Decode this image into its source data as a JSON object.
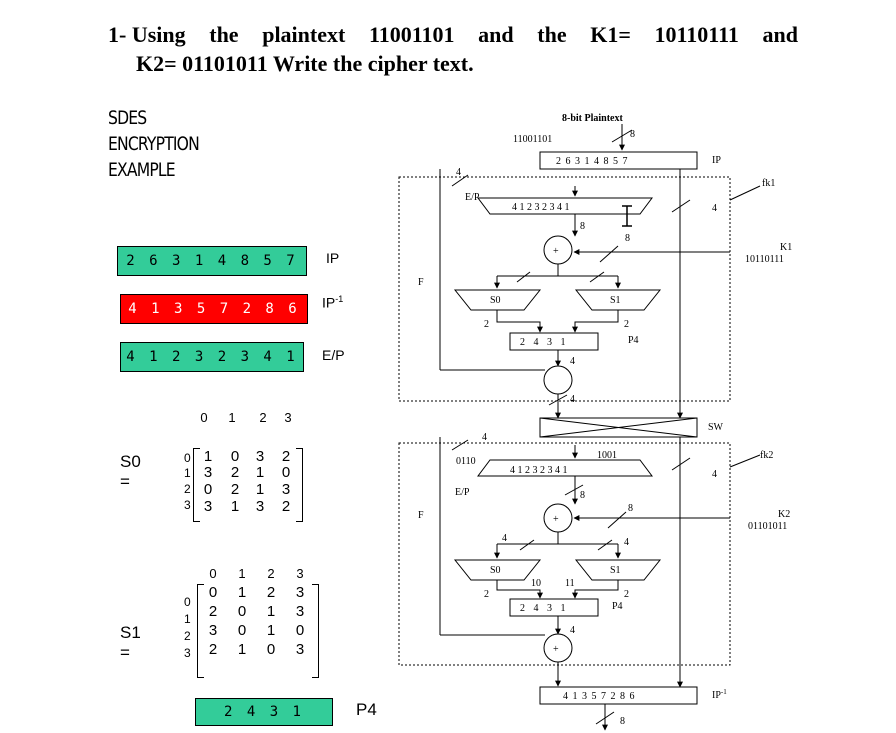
{
  "question": {
    "line1_words": [
      "1- Using",
      "the",
      "plaintext",
      "11001101",
      "and",
      "the",
      "K1=",
      "10110111",
      "and"
    ],
    "line2": "K2= 01101011 Write the cipher text."
  },
  "left": {
    "title_lines": [
      "SDES",
      "ENCRYPTION",
      "EXAMPLE"
    ],
    "ip_box": "2 6 3 1 4 8 5 7",
    "ip_label": "IP",
    "ipinv_box": "4 1 3 5 7 2 8 6",
    "ipinv_label": "IP",
    "ipinv_sup": "-1",
    "ep_box": "4 1 2 3 2 3 4 1",
    "ep_label": "E/P",
    "p4_box": "2 4 3 1",
    "p4_label": "P4",
    "s0": {
      "label": "S0 =",
      "cols": [
        "0",
        "1",
        "2",
        "3"
      ],
      "rows": [
        "0",
        "1",
        "2",
        "3"
      ],
      "values": [
        [
          "1",
          "0",
          "3",
          "2"
        ],
        [
          "3",
          "2",
          "1",
          "0"
        ],
        [
          "0",
          "2",
          "1",
          "3"
        ],
        [
          "3",
          "1",
          "3",
          "2"
        ]
      ]
    },
    "s1": {
      "label": "S1 =",
      "cols": [
        "0",
        "1",
        "2",
        "3"
      ],
      "rows": [
        "0",
        "1",
        "2",
        "3"
      ],
      "values": [
        [
          "0",
          "1",
          "2",
          "3"
        ],
        [
          "2",
          "0",
          "1",
          "3"
        ],
        [
          "3",
          "0",
          "1",
          "0"
        ],
        [
          "2",
          "1",
          "0",
          "3"
        ]
      ]
    }
  },
  "colors": {
    "green": "#33cc99",
    "red": "#ff0000"
  },
  "diagram": {
    "plaintext_title": "8-bit Plaintext",
    "plaintext_value": "11001101",
    "eight": "8",
    "four": "4",
    "two": "2",
    "ip_box": "2 6 3 1 4 8 5 7",
    "ip_label": "IP",
    "fk1_label": "fk1",
    "ep_label": "E/P",
    "ep_values": "4 1 2 3 2 3 4 1",
    "k1_label": "K1",
    "k1_value": "10110111",
    "f_label": "F",
    "s0": "S0",
    "s1": "S1",
    "p4_values": "2 4 3 1",
    "p4_label": "P4",
    "sw_label": "SW",
    "left_half": "0110",
    "right_half": "1001",
    "fk2_label": "fk2",
    "k2_label": "K2",
    "k2_value": "01101011",
    "s_out_10": "10",
    "s_out_11": "11",
    "ipinv_values": "4 1 3 5 7 2 8 6",
    "ipinv_label": "IP",
    "ipinv_sup": "-1",
    "plus": "+"
  }
}
